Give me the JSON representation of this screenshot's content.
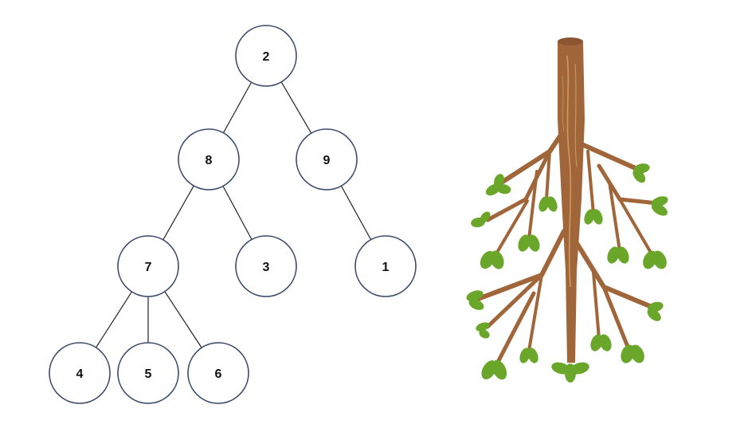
{
  "tree": {
    "nodes": [
      {
        "id": "n2",
        "label": "2"
      },
      {
        "id": "n8",
        "label": "8"
      },
      {
        "id": "n9",
        "label": "9"
      },
      {
        "id": "n7",
        "label": "7"
      },
      {
        "id": "n3",
        "label": "3"
      },
      {
        "id": "n1",
        "label": "1"
      },
      {
        "id": "n4",
        "label": "4"
      },
      {
        "id": "n5",
        "label": "5"
      },
      {
        "id": "n6",
        "label": "6"
      }
    ],
    "edges": [
      {
        "from": "n2",
        "to": "n8"
      },
      {
        "from": "n2",
        "to": "n9"
      },
      {
        "from": "n8",
        "to": "n7"
      },
      {
        "from": "n8",
        "to": "n3"
      },
      {
        "from": "n9",
        "to": "n1"
      },
      {
        "from": "n7",
        "to": "n4"
      },
      {
        "from": "n7",
        "to": "n5"
      },
      {
        "from": "n7",
        "to": "n6"
      }
    ]
  },
  "colors": {
    "node_stroke": "#3b4a6b",
    "edge": "#222222",
    "trunk": "#a0663a",
    "trunk_highlight": "#d9a86a",
    "leaf": "#6aa62a",
    "leaf_dark": "#4f8a1c"
  }
}
